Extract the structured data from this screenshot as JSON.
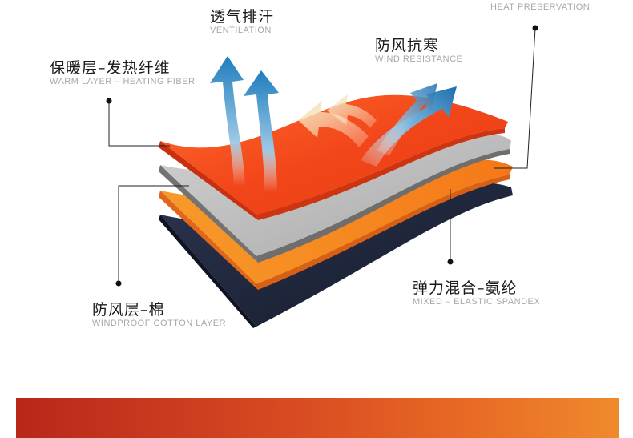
{
  "labels": {
    "ventilation": {
      "cn": "透气排汗",
      "en": "VENTILATION"
    },
    "heat_preservation": {
      "en": "HEAT PRESERVATION"
    },
    "wind_resistance": {
      "cn": "防风抗寒",
      "en": "WIND RESISTANCE"
    },
    "warm_layer": {
      "cn": "保暖层–发热纤维",
      "en": "WARM LAYER – HEATING FIBER"
    },
    "windproof_cotton": {
      "cn": "防风层–棉",
      "en": "WINDPROOF COTTON LAYER"
    },
    "elastic_spandex": {
      "cn": "弹力混合–氨纶",
      "en": "MIXED – ELASTIC SPANDEX"
    }
  },
  "colors": {
    "top_layer": "#f24a1c",
    "gray_layer": "#b4b4b4",
    "orange_layer": "#f7861f",
    "navy_layer": "#1d2438",
    "ventilation_arrow": "#2a88c2",
    "wind_arrow": "#e8d7a8",
    "bottom_bar_start": "#b9261a",
    "bottom_bar_end": "#ef8a2c"
  },
  "icons": [
    "ventilation-arrow-icon",
    "wind-arrow-icon",
    "callout-dot-icon"
  ]
}
